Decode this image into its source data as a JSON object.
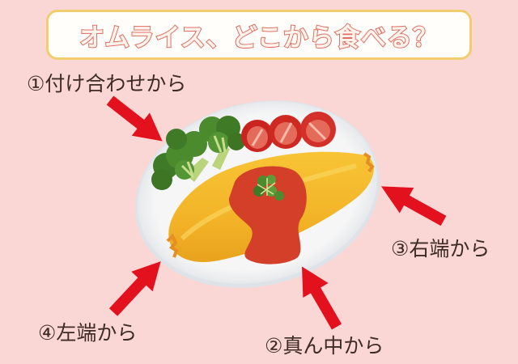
{
  "title": "オムライス、どこから食べる？",
  "labels": {
    "garnish": "①付け合わせから",
    "middle": "②真ん中から",
    "right_end": "③右端から",
    "left_end": "④左端から"
  },
  "colors": {
    "background": "#fad7d5",
    "title_border": "#f2cd6e",
    "title_text_outline": "#de6f62",
    "arrow": "#e3101e",
    "plate": "#f4f4f4",
    "omelet": "#f5b82a",
    "ketchup": "#d8442a",
    "broccoli": "#4c8a2e",
    "tomato": "#d4302a",
    "label_text": "#3e2b26"
  },
  "illustration": {
    "items": [
      "plate-icon",
      "omelet-icon",
      "ketchup-icon",
      "parsley-icon",
      "broccoli-icon",
      "tomato-icon"
    ]
  },
  "arrows": [
    {
      "id": "arrow-garnish",
      "direction": "down-right"
    },
    {
      "id": "arrow-middle",
      "direction": "up-left"
    },
    {
      "id": "arrow-right-end",
      "direction": "up-left"
    },
    {
      "id": "arrow-left-end",
      "direction": "up-right"
    }
  ]
}
